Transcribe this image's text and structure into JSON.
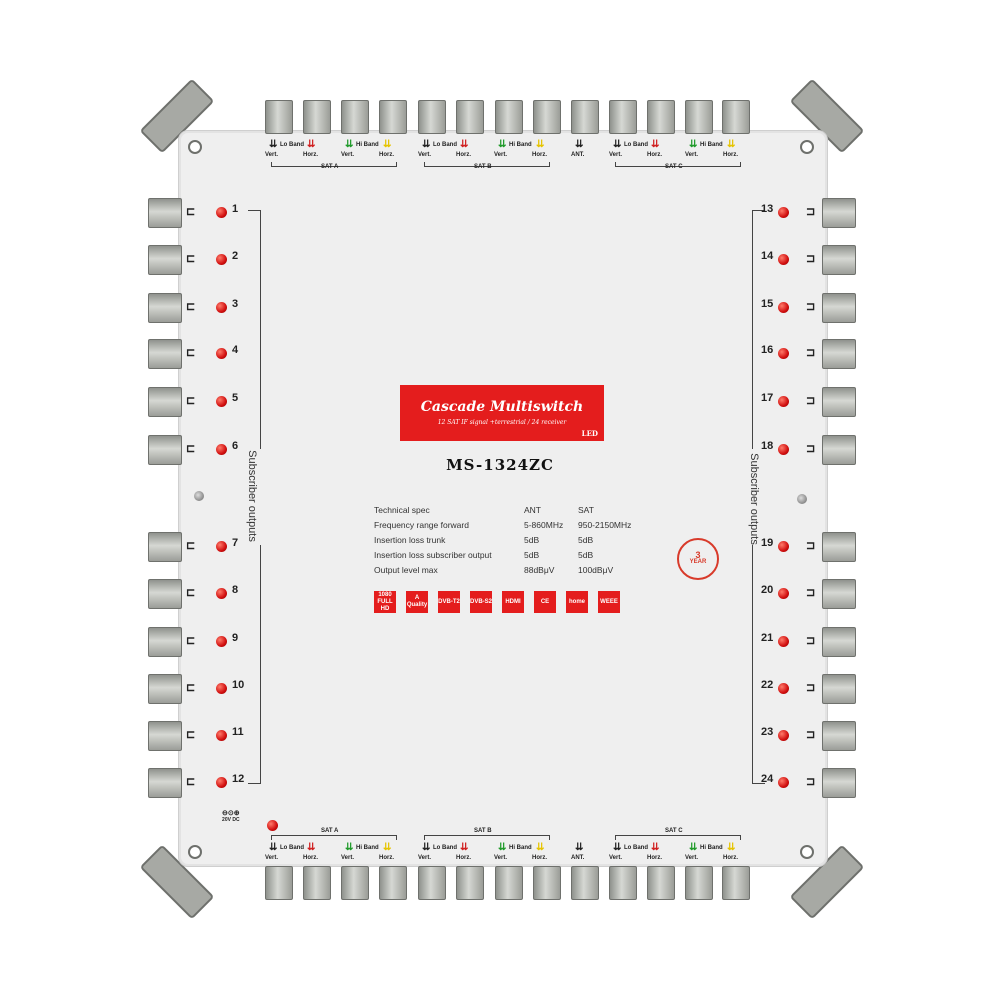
{
  "product": {
    "logo_title": "Cascade Multiswitch",
    "logo_subtitle": "12 SAT IF signal +terrestrial / 24 receiver",
    "logo_badge": "LED",
    "model": "MS-1324ZC"
  },
  "spec_table": {
    "header": [
      "Technical spec",
      "ANT",
      "SAT"
    ],
    "rows": [
      [
        "Frequency range forward",
        "5-860MHz",
        "950-2150MHz"
      ],
      [
        "Insertion loss trunk",
        "5dB",
        "5dB"
      ],
      [
        "Insertion loss subscriber output",
        "5dB",
        "5dB"
      ],
      [
        "Output level max",
        "88dBμV",
        "100dBμV"
      ]
    ]
  },
  "side_label": "Subscriber outputs",
  "ports_left": [
    "1",
    "2",
    "3",
    "4",
    "5",
    "6",
    "7",
    "8",
    "9",
    "10",
    "11",
    "12"
  ],
  "ports_right": [
    "13",
    "14",
    "15",
    "16",
    "17",
    "18",
    "19",
    "20",
    "21",
    "22",
    "23",
    "24"
  ],
  "inputs": {
    "lo_band": "Lo Band",
    "hi_band": "Hi Band",
    "vert": "Vert.",
    "horz": "Horz.",
    "sat_a": "SAT A",
    "sat_b": "SAT B",
    "sat_c": "SAT C",
    "ant": "ANT."
  },
  "dc_label": "20V DC",
  "icons": [
    {
      "label": "1080 FULL HD"
    },
    {
      "label": "A Quality"
    },
    {
      "label": "DVB-T2"
    },
    {
      "label": "DVB-S2"
    },
    {
      "label": "HDMI"
    },
    {
      "label": "CE"
    },
    {
      "label": "home"
    },
    {
      "label": "WEEE"
    }
  ],
  "warranty": {
    "years": "3",
    "word": "YEAR"
  },
  "colors": {
    "brand_red": "#e41d1d",
    "arrow_red": "#d01f1f",
    "arrow_green": "#1f9a2a",
    "arrow_yellow": "#e6c400"
  }
}
